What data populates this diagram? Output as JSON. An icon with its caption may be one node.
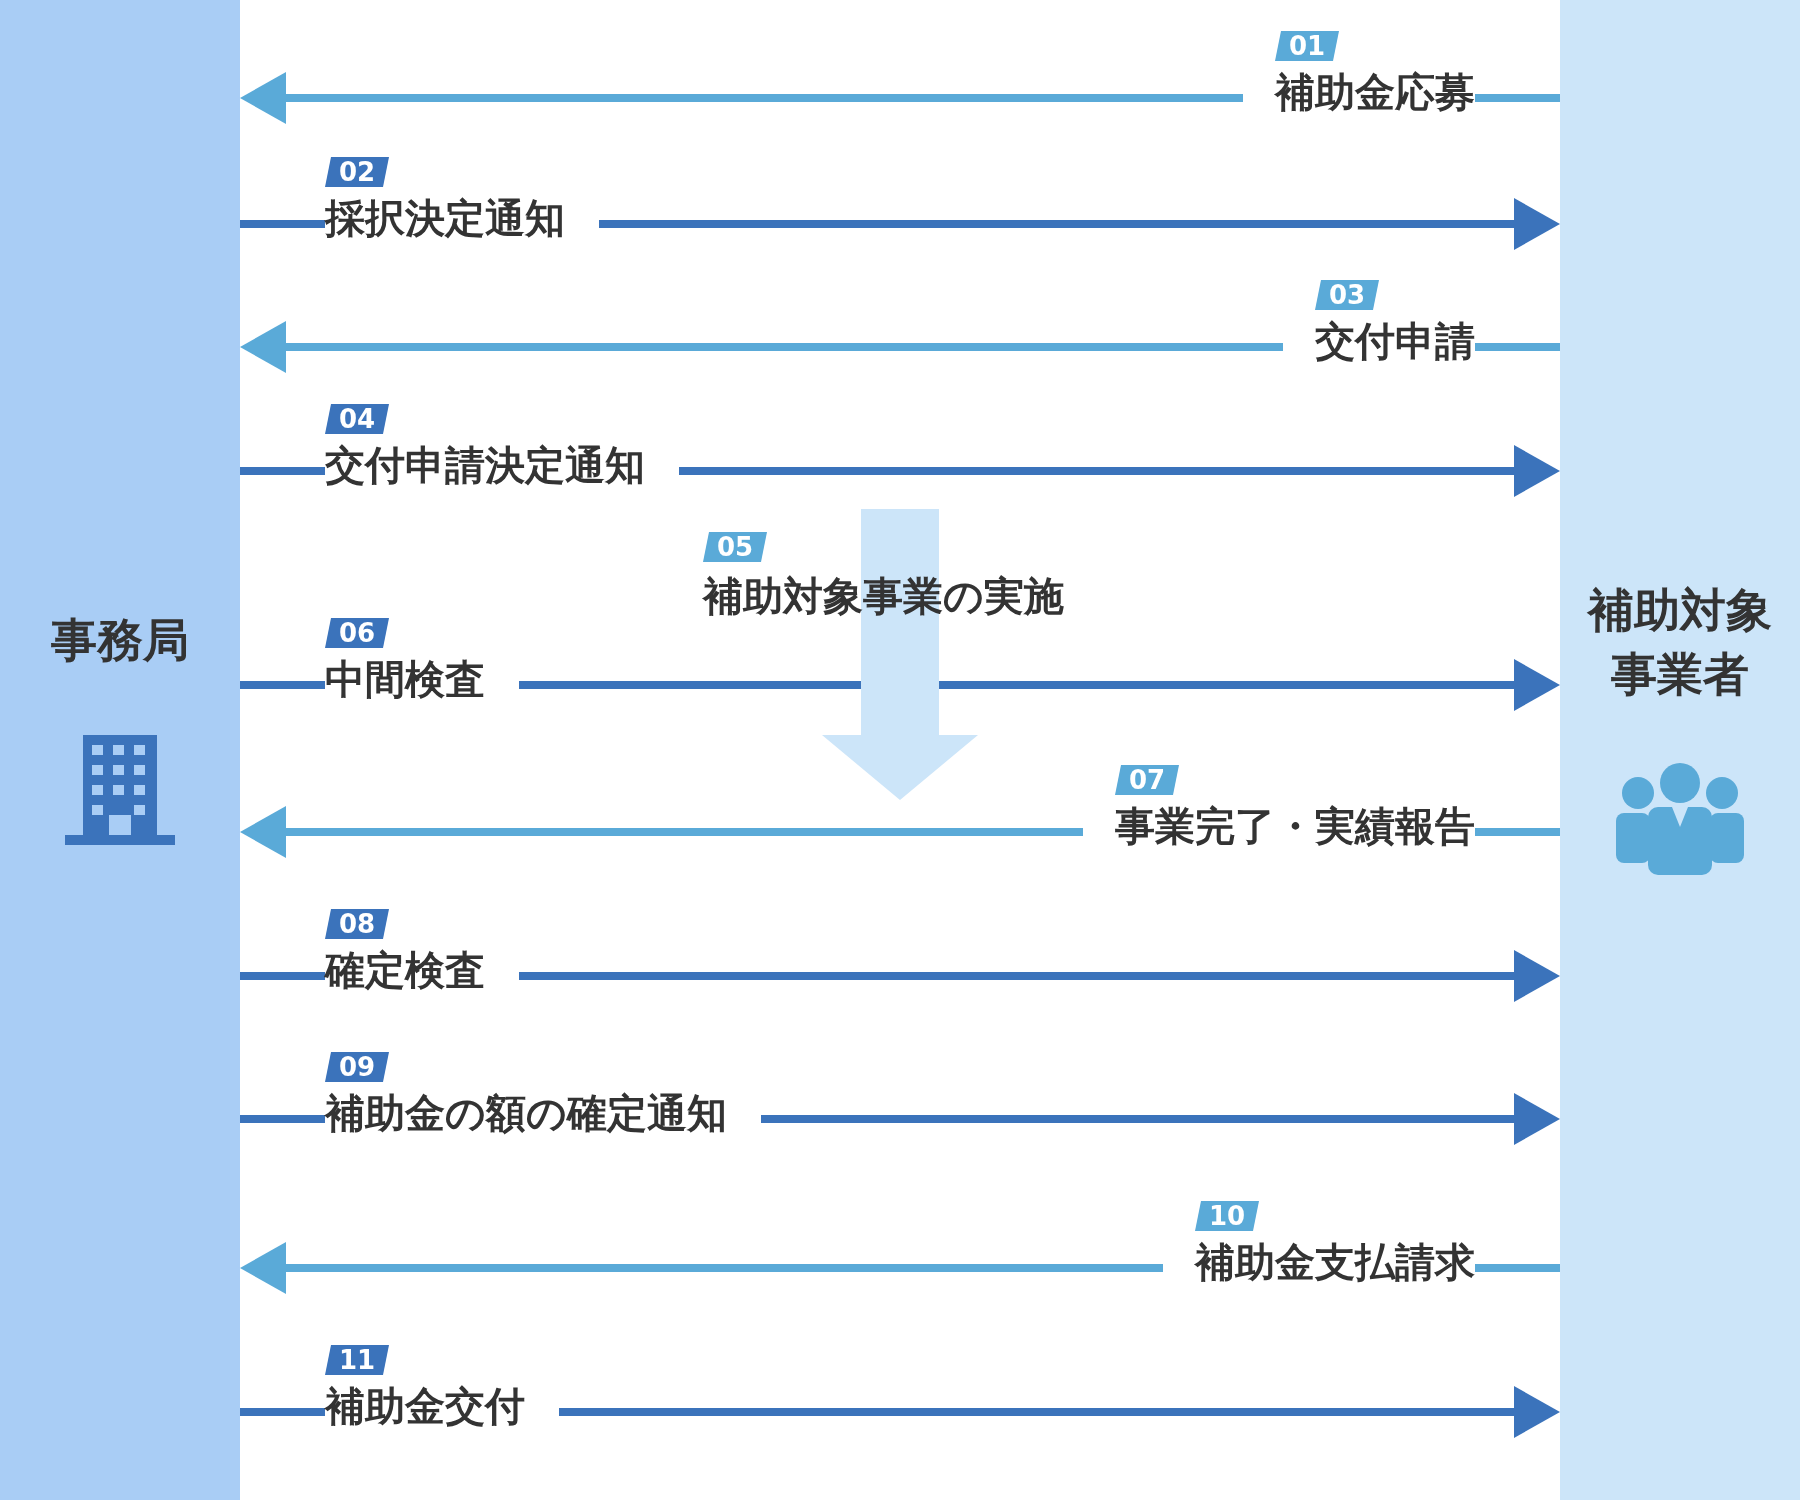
{
  "diagram": {
    "nodes": [
      {
        "text": [
          "事務局"
        ]
      },
      {
        "text": [
          "補助対象事業者"
        ]
      }
    ],
    "edges": [
      {
        "from": 1,
        "to": 0,
        "arrow": "to",
        "label": "補助金応募",
        "color": "#5aaad8"
      },
      {
        "from": 0,
        "to": 1,
        "arrow": "to",
        "label": "採択決定通知"
      },
      {
        "from": 1,
        "to": 0,
        "arrow": "to",
        "label": "交付申請",
        "color": "#5aaad8"
      },
      {
        "from": 0,
        "to": 1,
        "arrow": "to",
        "label": "交付申請決定通知"
      },
      {
        "from": 0,
        "to": 1,
        "arrow": "to",
        "label": "中間検査"
      },
      {
        "from": 1,
        "to": 0,
        "arrow": "to",
        "label": "事業完了・実績報告",
        "color": "#5aaad8"
      },
      {
        "from": 0,
        "to": 1,
        "arrow": "to",
        "label": "確定検査"
      },
      {
        "from": 0,
        "to": 1,
        "arrow": "to",
        "label": "補助金の額の確定通知"
      },
      {
        "from": 1,
        "to": 0,
        "arrow": "to",
        "label": "補助金支払請求",
        "color": "#5aaad8"
      },
      {
        "from": 0,
        "to": 1,
        "arrow": "to",
        "label": "補助金交付"
      }
    ],
    "labels": [
      "01",
      "02",
      "03",
      "04",
      "05",
      "補助対象事業の実施",
      "06",
      "07",
      "08",
      "09",
      "10",
      "11"
    ]
  }
}
